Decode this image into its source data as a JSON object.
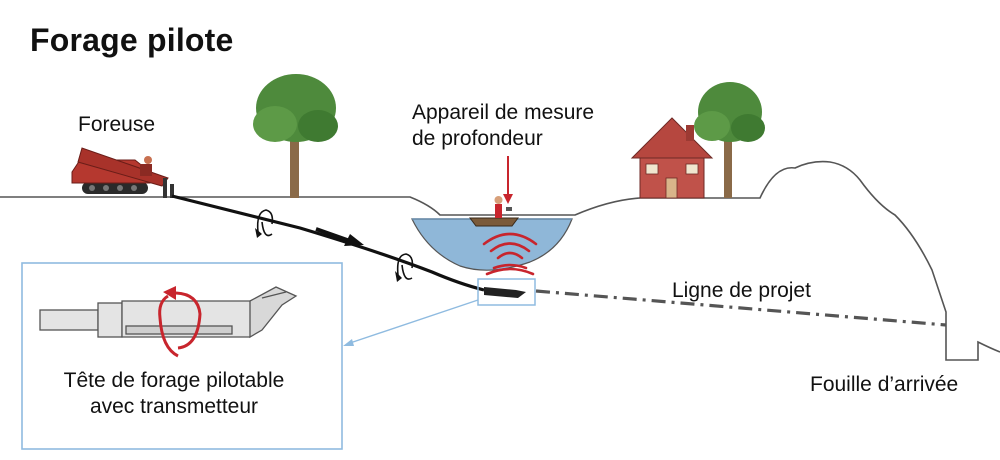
{
  "title": "Forage pilote",
  "labels": {
    "drill_rig": "Foreuse",
    "depth_device_line1": "Appareil de mesure",
    "depth_device_line2": "de profondeur",
    "project_line": "Ligne de projet",
    "arrival_pit": "Fouille d’arrivée",
    "drill_head_line1": "Tête de forage pilotable",
    "drill_head_line2": "avec transmetteur"
  },
  "icons": [
    "tree-icon",
    "house-icon",
    "drill-rig-icon",
    "boat-icon",
    "signal-waves-icon",
    "rotation-arrow-icon",
    "direction-arrow-icon",
    "drill-head-icon"
  ],
  "colors": {
    "accent_red": "#c8252d",
    "water": "#8fb7d8",
    "frame": "#8fbbe0",
    "ground_line": "#555555",
    "rig": "#b5382f",
    "house_wall": "#c0524a",
    "tree_foliage": "#4e8a3c",
    "tree_trunk": "#8a6a48"
  }
}
